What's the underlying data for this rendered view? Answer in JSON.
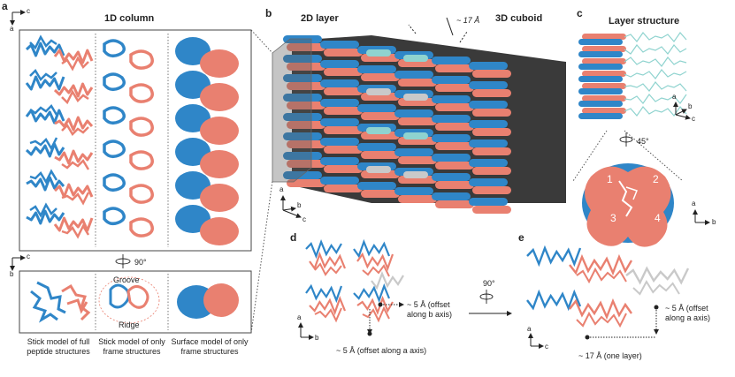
{
  "colors": {
    "blue": "#2f86c8",
    "salmon": "#e98070",
    "grey": "#c9c9c9",
    "teal": "#8fd3cf",
    "ink": "#222222"
  },
  "panel_a": {
    "label": "a",
    "title": "1D column",
    "rotation": "90°",
    "groove": "Groove",
    "ridge": "Ridge",
    "captions": [
      "Stick model of full peptide structures",
      "Stick model of only frame structures",
      "Surface model of only frame structures"
    ],
    "axis_top": {
      "h": "c",
      "v": "a"
    },
    "axis_bottom": {
      "h": "c",
      "v": "b"
    }
  },
  "panel_b": {
    "label": "b",
    "title_left": "2D layer",
    "title_right": "3D cuboid",
    "spacing": "~ 17 Å",
    "axis": {
      "v": "a",
      "d": "b",
      "h": "c"
    }
  },
  "panel_c": {
    "label": "c",
    "title": "Layer structure",
    "rotation": "45°",
    "numbers": [
      "1",
      "2",
      "3",
      "4"
    ],
    "axis_top": {
      "v": "a",
      "d": "b",
      "h": "c"
    },
    "axis_bottom": {
      "v": "a",
      "h": "b"
    }
  },
  "panel_d": {
    "label": "d",
    "offset_b": "~ 5 Å (offset along b axis)",
    "offset_a": "~ 5 Å (offset along a axis)",
    "rotation": "90°",
    "axis": {
      "v": "a",
      "h": "b"
    }
  },
  "panel_e": {
    "label": "e",
    "offset_a": "~ 5 Å (offset along a axis)",
    "layer": "~ 17 Å (one layer)",
    "axis": {
      "v": "a",
      "h": "c"
    }
  }
}
